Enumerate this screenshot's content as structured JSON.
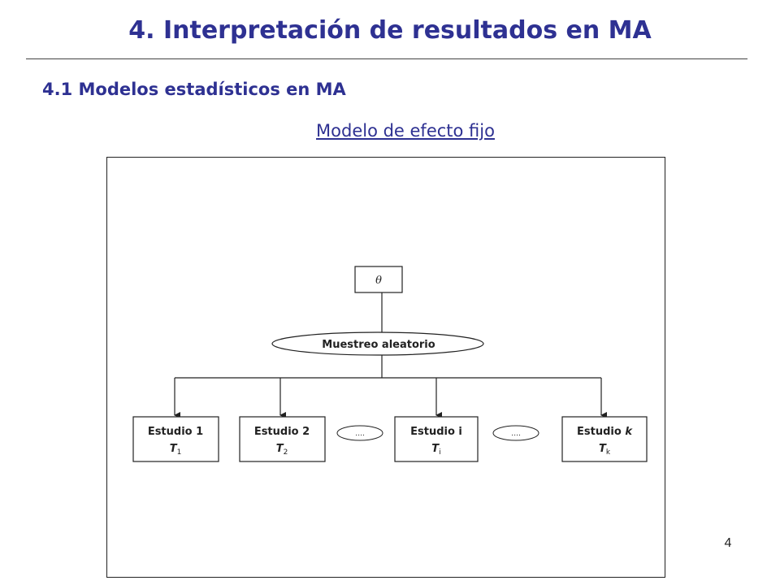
{
  "slide": {
    "title": "4. Interpretación de resultados en MA",
    "subtitle": "4.1 Modelos estadísticos en MA",
    "model_link": "Modelo de efecto fijo",
    "page_number": "4"
  },
  "diagram": {
    "theta": "θ",
    "sampling": "Muestreo aleatorio",
    "ellipsis": "….",
    "studies": [
      {
        "label": "Estudio 1",
        "label_italic": "",
        "t": "T",
        "sub": "1"
      },
      {
        "label": "Estudio 2",
        "label_italic": "",
        "t": "T",
        "sub": "2"
      },
      {
        "label": "Estudio i",
        "label_italic": "",
        "t": "T",
        "sub": "i"
      },
      {
        "label": "Estudio ",
        "label_italic": "k",
        "t": "T",
        "sub": "k"
      }
    ]
  },
  "colors": {
    "heading": "#2E3192",
    "lines": "#222222"
  }
}
